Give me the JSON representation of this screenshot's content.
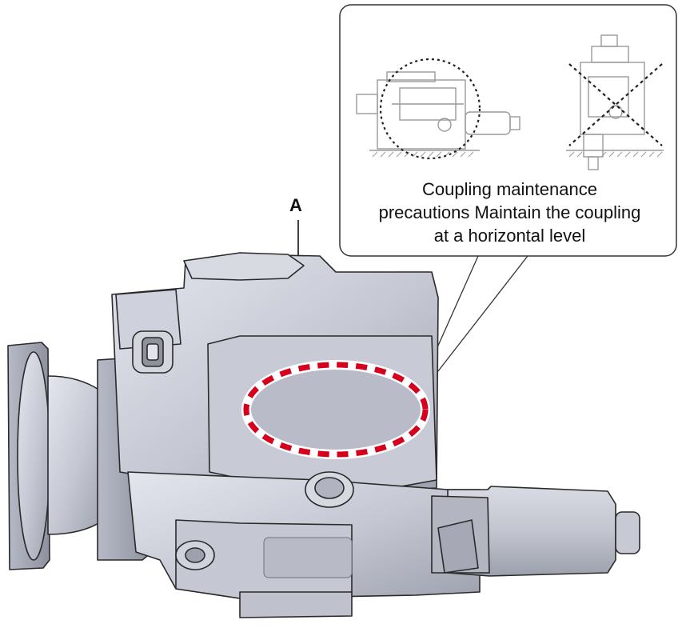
{
  "diagram": {
    "label_a": "A",
    "callout_lines": [
      "Coupling maintenance",
      "precautions Maintain the coupling",
      "at a horizontal level"
    ],
    "highlight_color": "#d6001c",
    "part_color": "#c9ccd6",
    "part_shadow": "#9a9eaa",
    "outline_color": "#2a2a2a"
  }
}
